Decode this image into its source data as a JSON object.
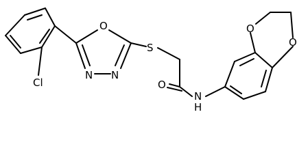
{
  "molecule": {
    "atoms": {
      "cl": "Cl",
      "o_oxadiazole": "O",
      "n3": "N",
      "n4": "N",
      "s": "S",
      "o_carbonyl": "O",
      "nh": "N",
      "h": "H",
      "o_dioxane_top": "O",
      "o_dioxane_bottom": "O"
    }
  }
}
